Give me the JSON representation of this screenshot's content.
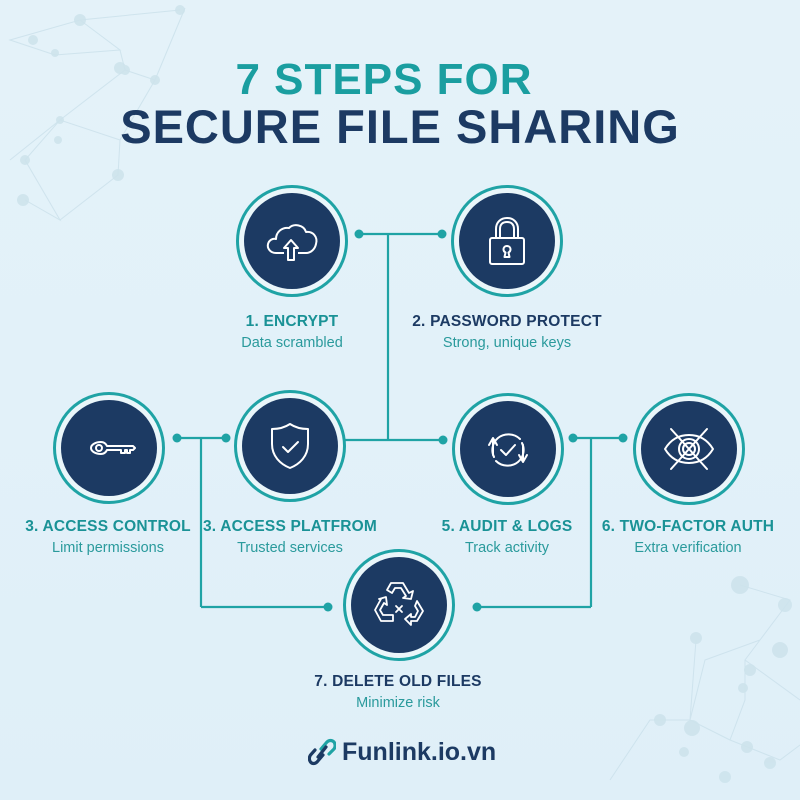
{
  "title": {
    "line1": "7 STEPS FOR",
    "line2": "SECURE FILE SHARING"
  },
  "colors": {
    "teal": "#1fa3a5",
    "navy": "#1c3a63",
    "background": "#e2f1f9",
    "icon_stroke": "#ffffff"
  },
  "steps": [
    {
      "title": "1. ENCRYPT",
      "subtitle": "Data scrambled",
      "icon": "cloud-upload-icon",
      "title_color": "teal"
    },
    {
      "title": "2. PASSWORD PROTECT",
      "subtitle": "Strong, unique keys",
      "icon": "padlock-icon",
      "title_color": "navy"
    },
    {
      "title": "3. ACCESS CONTROL",
      "subtitle": "Limit permissions",
      "icon": "key-icon",
      "title_color": "teal"
    },
    {
      "title": "3. ACCESS PLATFROM",
      "subtitle": "Trusted services",
      "icon": "shield-check-icon",
      "title_color": "teal"
    },
    {
      "title": "5. AUDIT & LOGS",
      "subtitle": "Track activity",
      "icon": "refresh-check-icon",
      "title_color": "teal"
    },
    {
      "title": "6. TWO-FACTOR AUTH",
      "subtitle": "Extra verification",
      "icon": "eye-crossed-icon",
      "title_color": "teal"
    },
    {
      "title": "7. DELETE OLD FILES",
      "subtitle": "Minimize risk",
      "icon": "recycle-icon",
      "title_color": "navy"
    }
  ],
  "footer": {
    "brand": "Funlink.io.vn",
    "icon": "chain-link-icon"
  }
}
